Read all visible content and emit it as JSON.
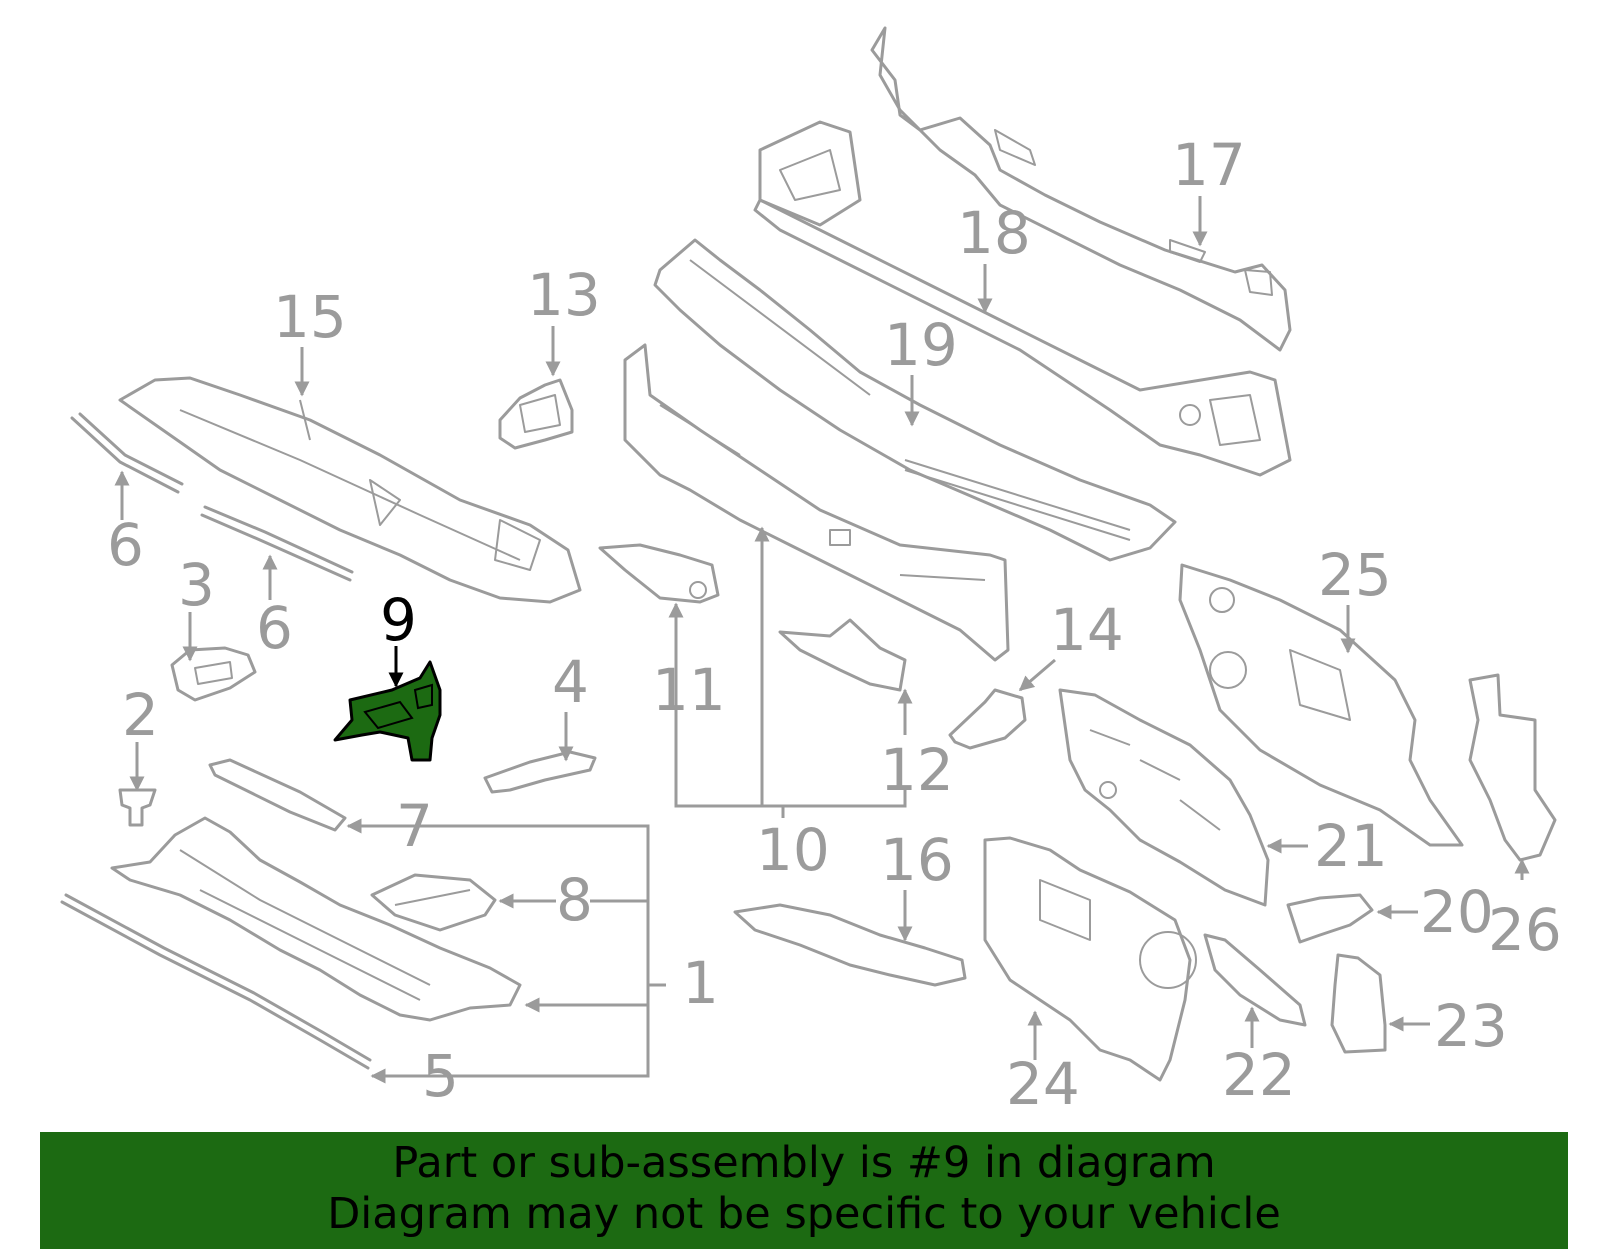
{
  "highlight": {
    "callout": "9",
    "color": "#1c6a12"
  },
  "callouts": {
    "c1": "1",
    "c2": "2",
    "c3": "3",
    "c4": "4",
    "c5": "5",
    "c6a": "6",
    "c6b": "6",
    "c7": "7",
    "c8": "8",
    "c9": "9",
    "c10": "10",
    "c11": "11",
    "c12": "12",
    "c13": "13",
    "c14": "14",
    "c15": "15",
    "c16": "16",
    "c17": "17",
    "c18": "18",
    "c19": "19",
    "c20": "20",
    "c21": "21",
    "c22": "22",
    "c23": "23",
    "c24": "24",
    "c25": "25",
    "c26": "26"
  },
  "banner": {
    "line1": "Part or sub-assembly is #9 in diagram",
    "line2": "Diagram may not be specific to your vehicle"
  },
  "colors": {
    "line": "#9b9b9b",
    "banner_bg": "#1c6a12",
    "highlight_fill": "#1c6a12"
  }
}
